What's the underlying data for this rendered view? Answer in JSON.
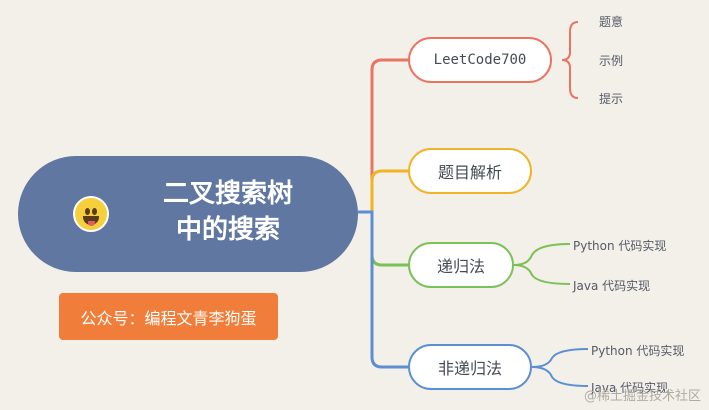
{
  "center": {
    "title_line1": "二叉搜索树",
    "title_line2": "中的搜索",
    "emoji": "smiling-face-with-tongue-icon"
  },
  "badge": {
    "label": "公众号：编程文青李狗蛋"
  },
  "branches": [
    {
      "label": "LeetCode700",
      "color": "#ea7362",
      "children": [
        "题意",
        "示例",
        "提示"
      ]
    },
    {
      "label": "题目解析",
      "color": "#f0b424",
      "children": []
    },
    {
      "label": "递归法",
      "color": "#7ac156",
      "children": [
        "Python 代码实现",
        "Java 代码实现"
      ]
    },
    {
      "label": "非递归法",
      "color": "#5b8fd2",
      "children": [
        "Python 代码实现",
        "Java 代码实现"
      ]
    }
  ],
  "watermark": "@稀土掘金技术社区",
  "colors": {
    "background": "#f3efe9",
    "center": "#5f77a1",
    "badge": "#f07e3a"
  }
}
